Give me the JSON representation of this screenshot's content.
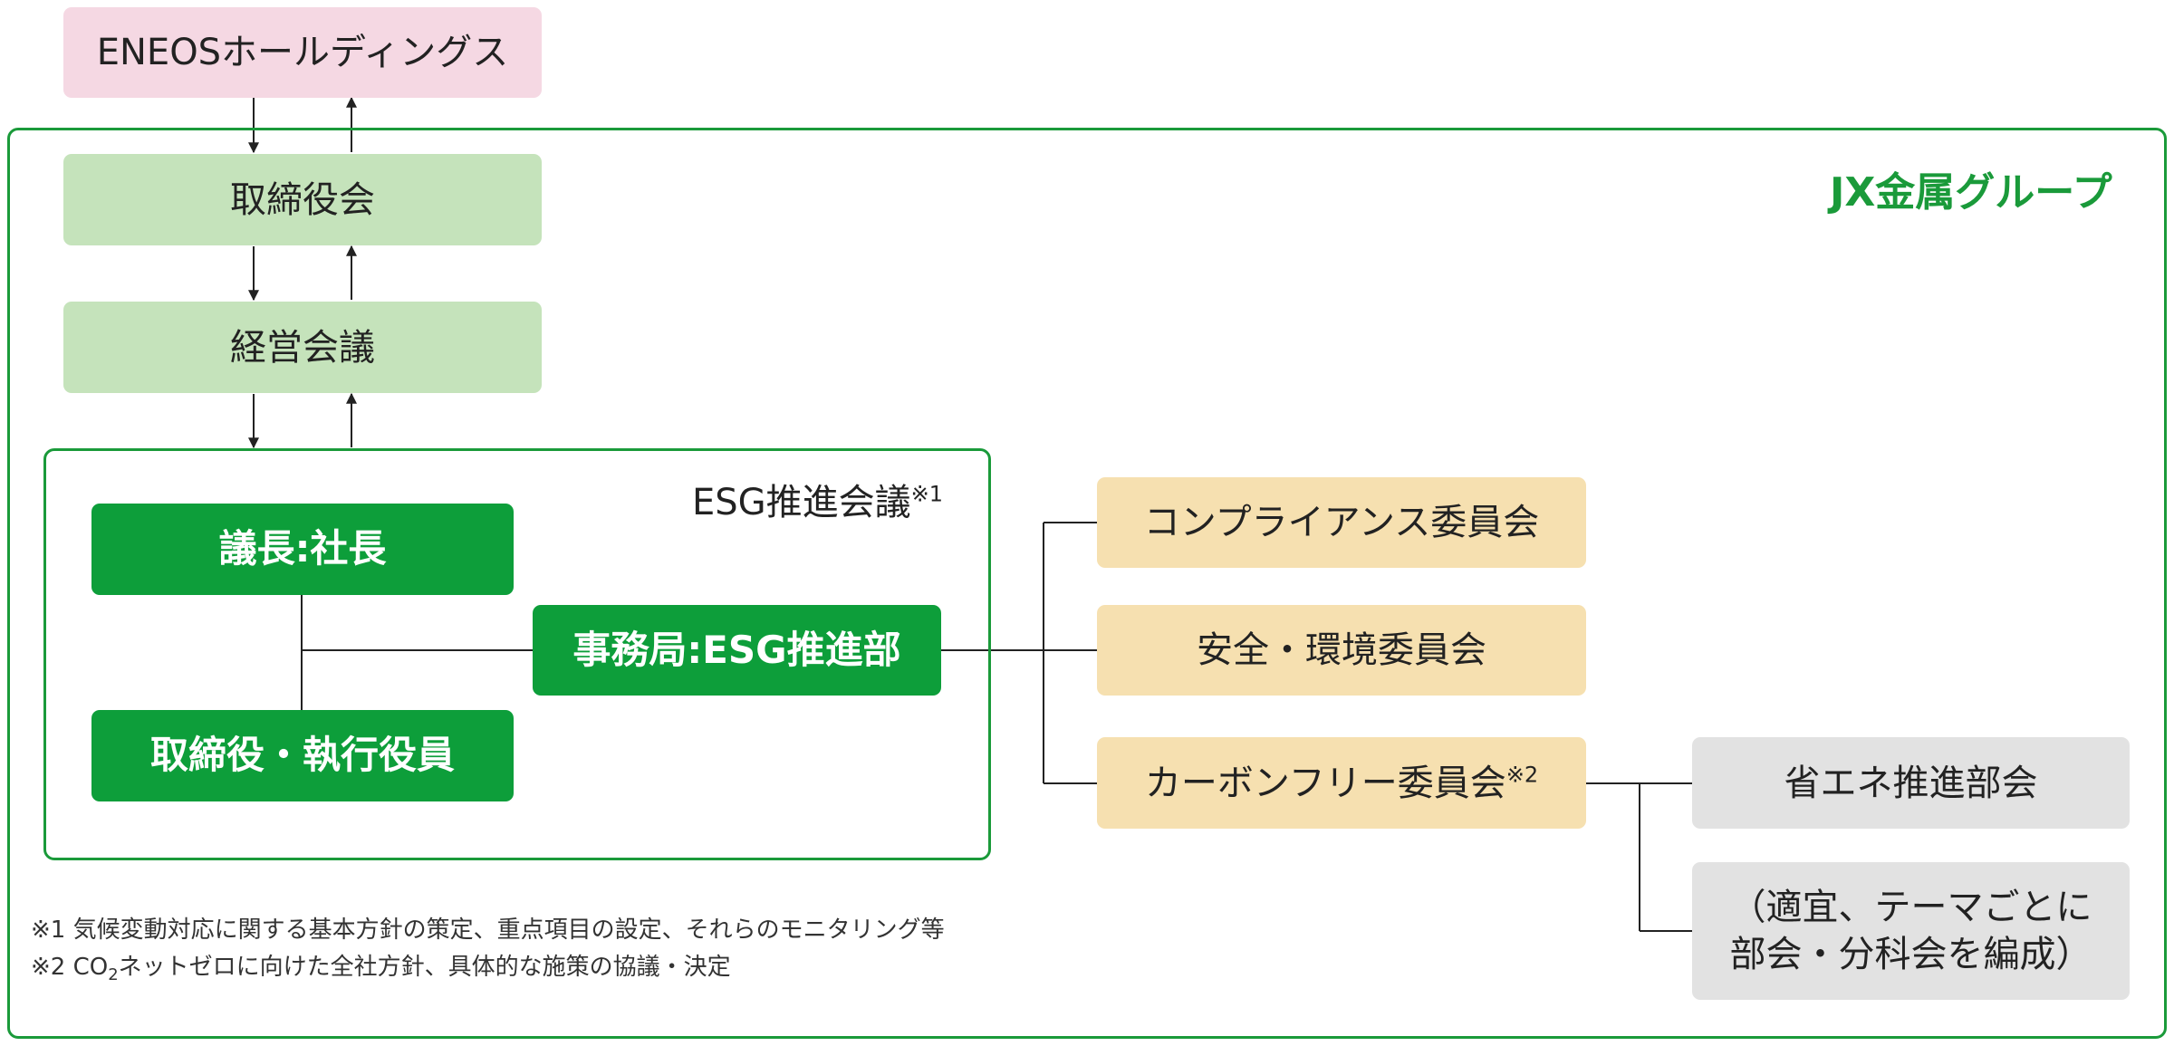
{
  "top": {
    "holding": "ENEOSホールディングス"
  },
  "group": {
    "title": "JX金属グループ",
    "board": "取締役会",
    "management_meeting": "経営会議"
  },
  "esg": {
    "title": "ESG推進会議",
    "title_note": "※1",
    "chair": "議長:社長",
    "secretariat": "事務局:ESG推進部",
    "members": "取締役・執行役員"
  },
  "committees": {
    "compliance": "コンプライアンス委員会",
    "safety_env": "安全・環境委員会",
    "carbon_free": "カーボンフリー委員会",
    "carbon_free_note": "※2"
  },
  "subcommittees": {
    "energy_saving": "省エネ推進部会",
    "ad_hoc_line1": "（適宜、テーマごとに",
    "ad_hoc_line2": "部会・分科会を編成）"
  },
  "footnotes": {
    "note1": "※1 気候変動対応に関する基本方針の策定、重点項目の設定、それらのモニタリング等",
    "note2_prefix": "※2 CO",
    "note2_sub": "2",
    "note2_suffix": "ネットゼロに向けた全社方針、具体的な施策の協議・決定"
  },
  "colors": {
    "frame_green": "#1a9a3a",
    "title_green": "#1a9a3a",
    "dark_green_box": "#0d9e3a",
    "light_green_box": "#c5e3bb",
    "pink_box": "#f5d8e3",
    "beige_box": "#f6e0b0",
    "gray_box": "#e2e2e2"
  }
}
